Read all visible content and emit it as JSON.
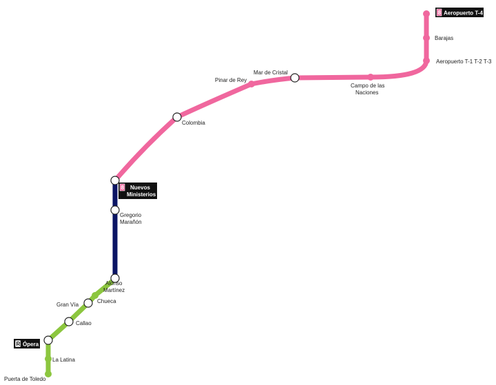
{
  "colors": {
    "line_8": "#f0679e",
    "line_10": "#0a1464",
    "line_r": "#8cc63f",
    "terminus_bg": "#111111",
    "station_fill": "#ffffff",
    "station_stroke": "#222222"
  },
  "lines": {
    "line_8": {
      "badge": "8"
    },
    "line_r": {
      "badge": "R"
    }
  },
  "stations": {
    "aeropuerto_t4": "Aeropuerto T-4",
    "barajas": "Barajas",
    "aeropuerto_t123": "Aeropuerto T-1 T-2 T-3",
    "campo_naciones_1": "Campo de las",
    "campo_naciones_2": "Naciones",
    "mar_de_cristal": "Mar de Cristal",
    "pinar_de_rey": "Pinar de Rey",
    "colombia": "Colombia",
    "nuevos_ministerios_1": "Nuevos",
    "nuevos_ministerios_2": "Ministerios",
    "gregorio_maranon_1": "Gregorio",
    "gregorio_maranon_2": "Marañón",
    "alonso_martinez_1": "Alonso",
    "alonso_martinez_2": "Martínez",
    "chueca": "Chueca",
    "gran_via": "Gran Vía",
    "callao": "Callao",
    "opera": "Ópera",
    "la_latina": "La Latina",
    "puerta_de_toledo": "Puerta de Toledo"
  }
}
